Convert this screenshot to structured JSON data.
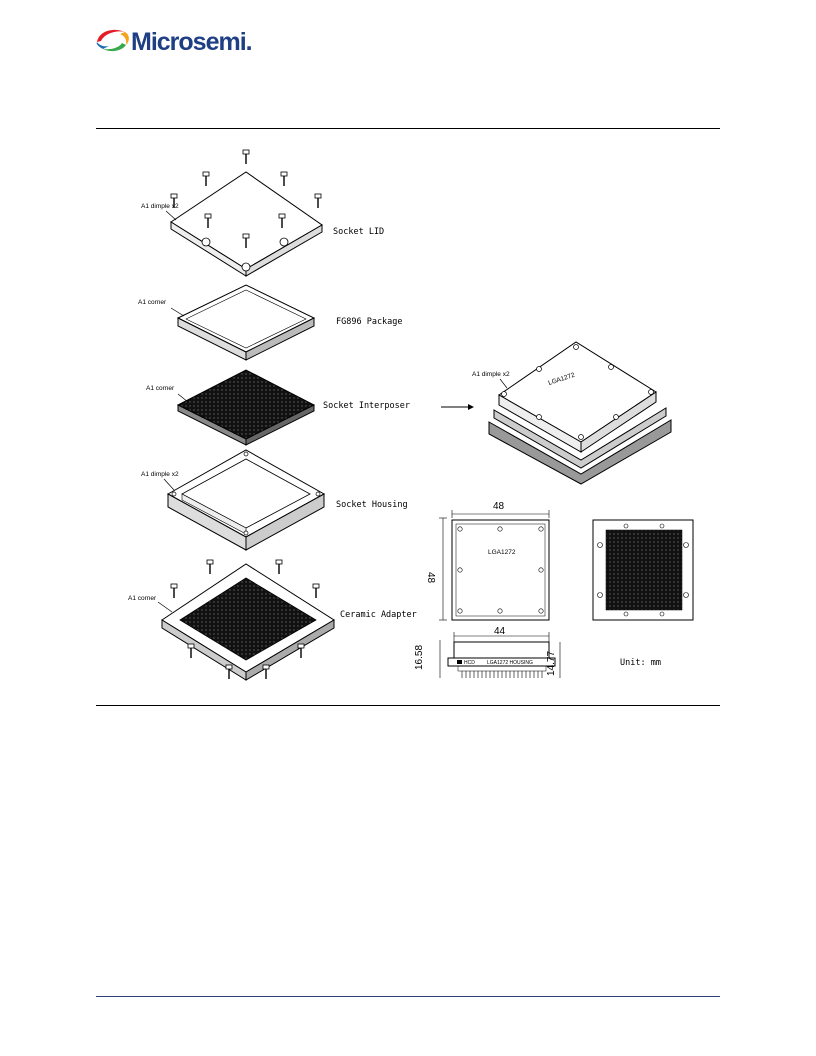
{
  "header": {
    "logo_text": "Microsemi.",
    "brand_colors": [
      "#e21d25",
      "#f6a21c",
      "#3aa84a",
      "#1f6fb5",
      "#1f3f85"
    ]
  },
  "figure": {
    "exploded_labels": {
      "socket_lid": "Socket LID",
      "package": "FG896 Package",
      "interposer": "Socket Interposer",
      "housing": "Socket Housing",
      "adapter": "Ceramic Adapter"
    },
    "callouts": {
      "a1_dimple_lid": "A1 dimple x2",
      "a1_corner_package": "A1 corner",
      "a1_corner_interposer": "A1 corner",
      "a1_dimple_housing": "A1 dimple x2",
      "a1_corner_adapter": "A1 corner",
      "a1_dimple_assembly": "A1 dimple x2"
    },
    "assembly_part": "LGA1272",
    "dims": {
      "width_top": "48",
      "height_left": "48",
      "width_side": "44",
      "height_side_left": "16.58",
      "height_side_right": "14.77",
      "housing_text": "LGA1272 HOUSING",
      "logo_small": "HCD",
      "top_part": "LGA1272"
    },
    "unit": "Unit: mm"
  }
}
